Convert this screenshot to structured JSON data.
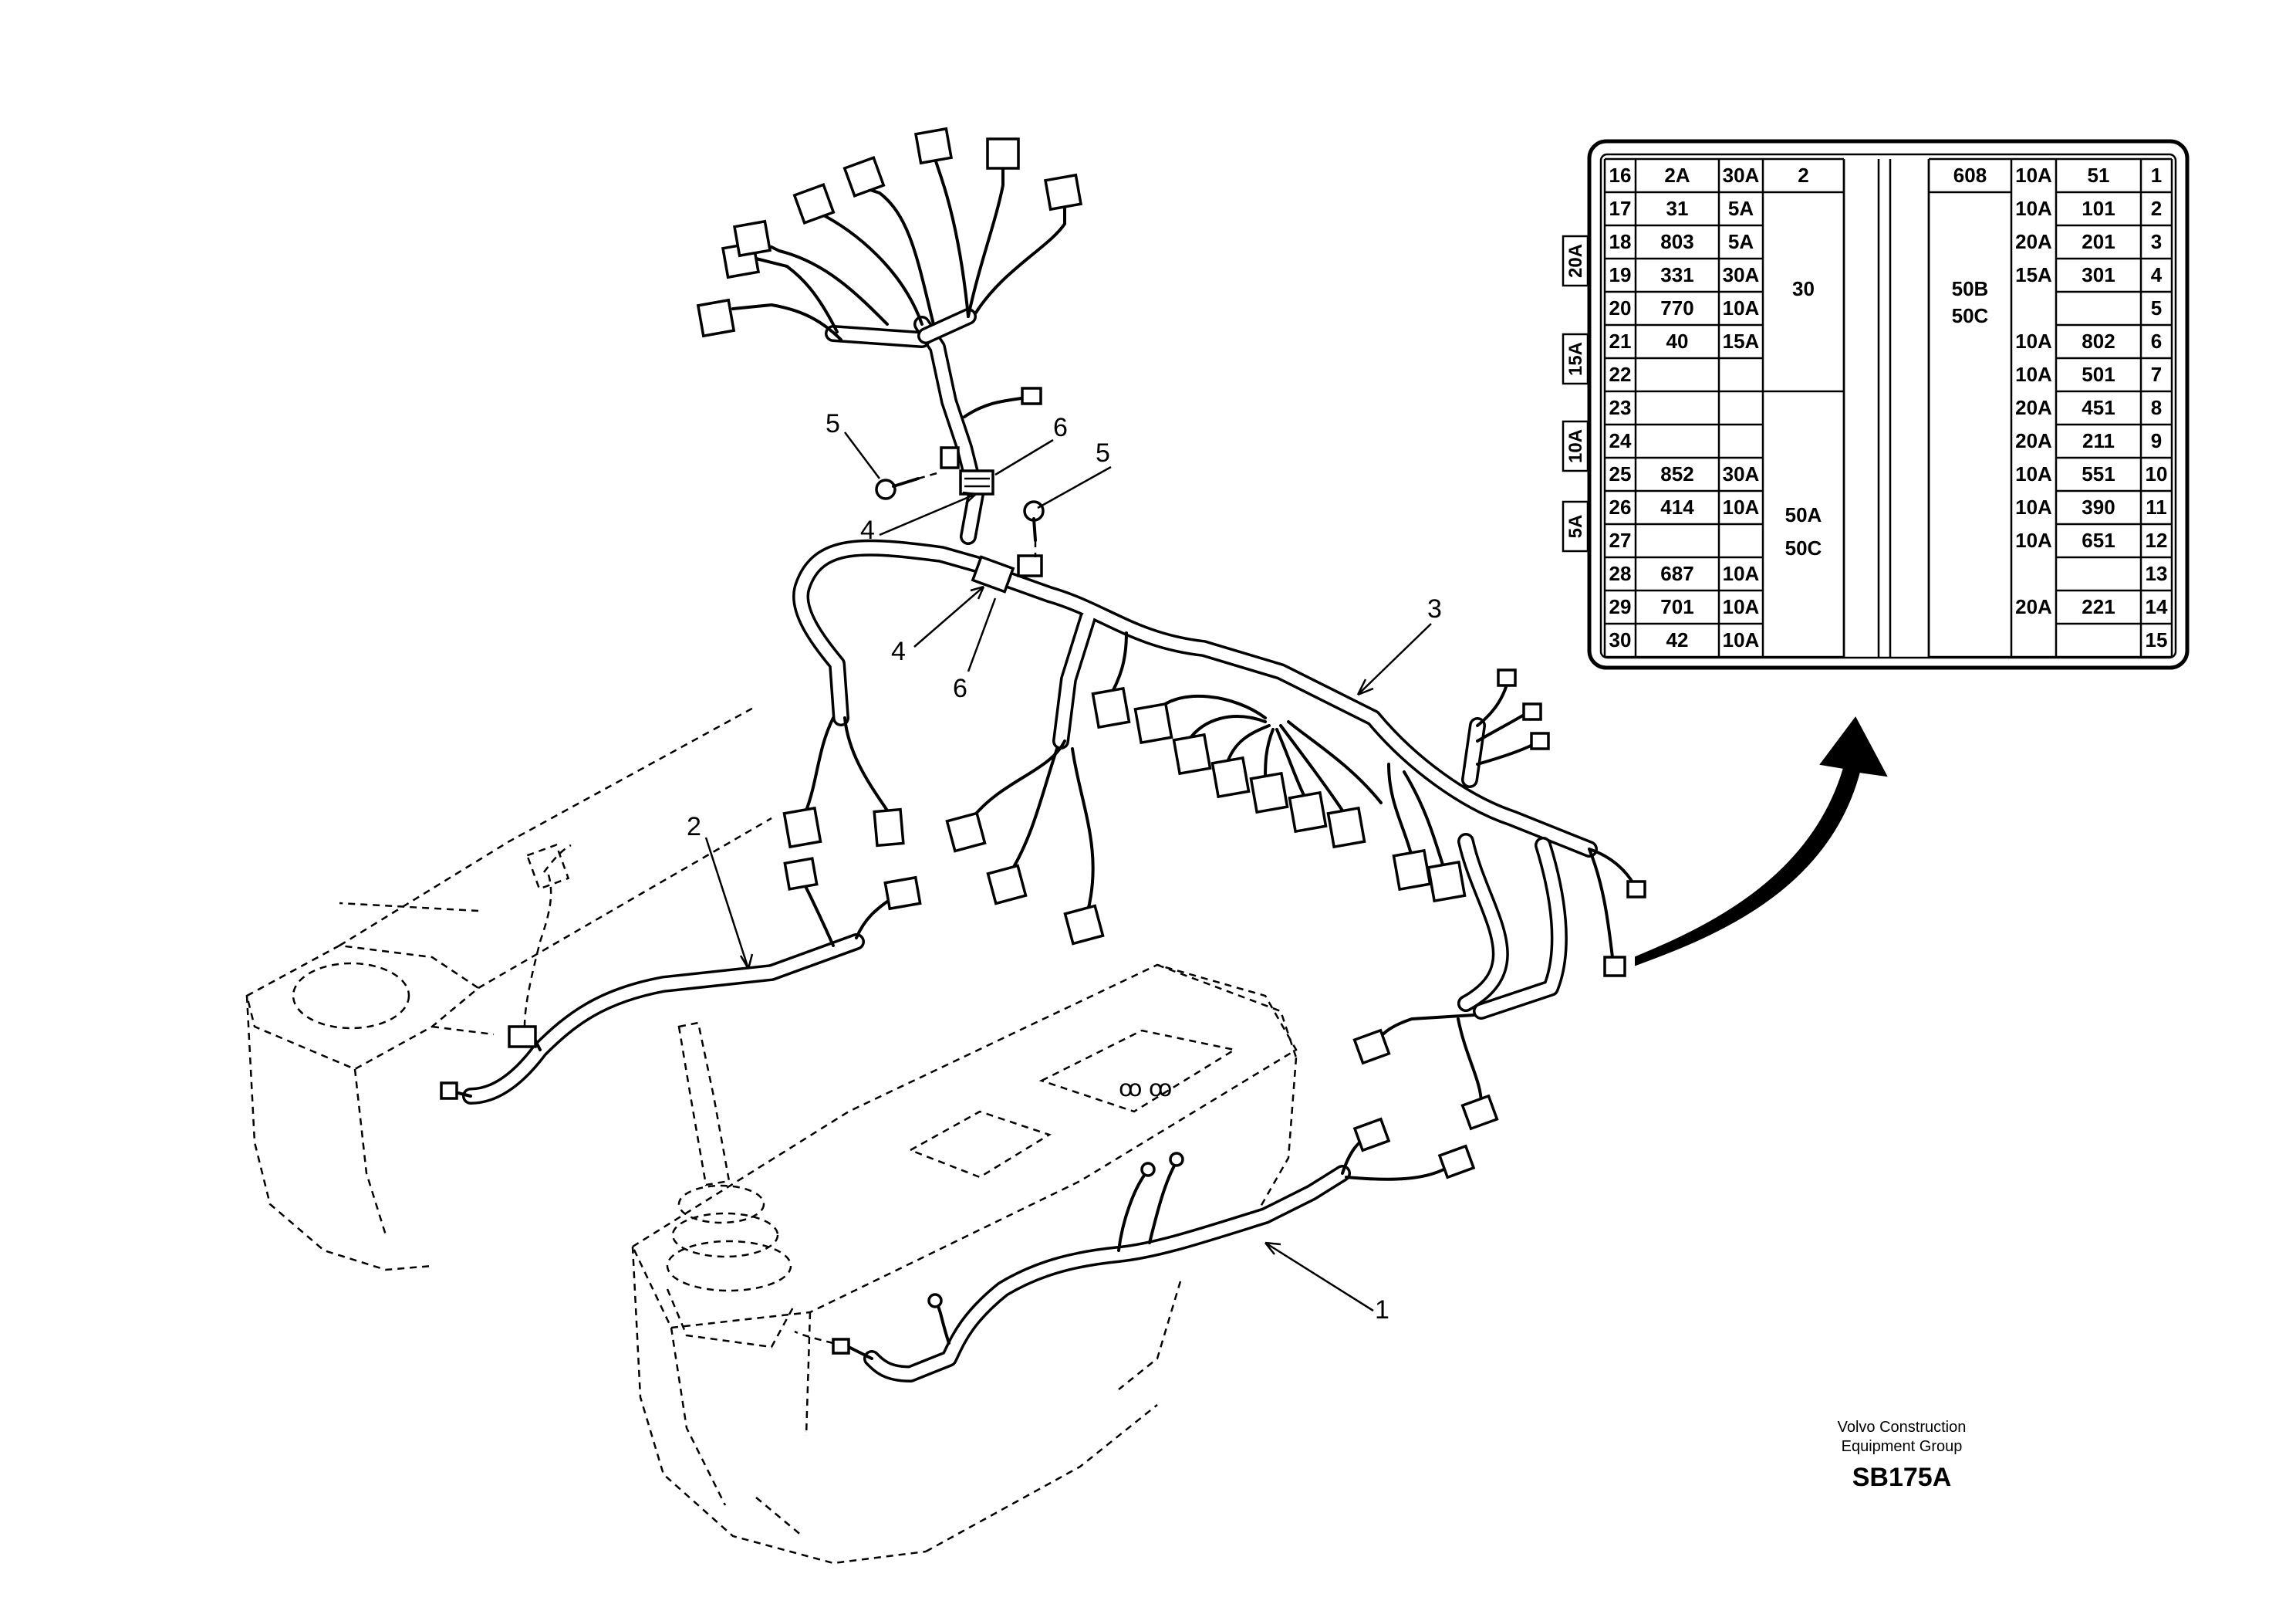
{
  "footer": {
    "company_line1": "Volvo Construction",
    "company_line2": "Equipment Group",
    "code": "SB175A"
  },
  "callouts": [
    "1",
    "2",
    "3",
    "4",
    "4",
    "5",
    "5",
    "6",
    "6"
  ],
  "fuse_box": {
    "side_labels": [
      "20A",
      "15A",
      "10A",
      "5A"
    ],
    "left_rows": [
      {
        "pos": "16",
        "circuit": "2A",
        "amp": "30A"
      },
      {
        "pos": "17",
        "circuit": "31",
        "amp": "5A"
      },
      {
        "pos": "18",
        "circuit": "803",
        "amp": "5A"
      },
      {
        "pos": "19",
        "circuit": "331",
        "amp": "30A"
      },
      {
        "pos": "20",
        "circuit": "770",
        "amp": "10A"
      },
      {
        "pos": "21",
        "circuit": "40",
        "amp": "15A"
      },
      {
        "pos": "22",
        "circuit": "",
        "amp": ""
      },
      {
        "pos": "23",
        "circuit": "",
        "amp": ""
      },
      {
        "pos": "24",
        "circuit": "",
        "amp": ""
      },
      {
        "pos": "25",
        "circuit": "852",
        "amp": "30A"
      },
      {
        "pos": "26",
        "circuit": "414",
        "amp": "10A"
      },
      {
        "pos": "27",
        "circuit": "",
        "amp": ""
      },
      {
        "pos": "28",
        "circuit": "687",
        "amp": "10A"
      },
      {
        "pos": "29",
        "circuit": "701",
        "amp": "10A"
      },
      {
        "pos": "30",
        "circuit": "42",
        "amp": "10A"
      }
    ],
    "left_groups": [
      "2",
      "30",
      "50A",
      "50C"
    ],
    "right_groups": [
      "608",
      "50B",
      "50C"
    ],
    "right_rows": [
      {
        "pos": "1",
        "circuit": "51",
        "amp": "10A"
      },
      {
        "pos": "2",
        "circuit": "101",
        "amp": "10A"
      },
      {
        "pos": "3",
        "circuit": "201",
        "amp": "20A"
      },
      {
        "pos": "4",
        "circuit": "301",
        "amp": "15A"
      },
      {
        "pos": "5",
        "circuit": "",
        "amp": ""
      },
      {
        "pos": "6",
        "circuit": "802",
        "amp": "10A"
      },
      {
        "pos": "7",
        "circuit": "501",
        "amp": "10A"
      },
      {
        "pos": "8",
        "circuit": "451",
        "amp": "20A"
      },
      {
        "pos": "9",
        "circuit": "211",
        "amp": "20A"
      },
      {
        "pos": "10",
        "circuit": "551",
        "amp": "10A"
      },
      {
        "pos": "11",
        "circuit": "390",
        "amp": "10A"
      },
      {
        "pos": "12",
        "circuit": "651",
        "amp": "10A"
      },
      {
        "pos": "13",
        "circuit": "",
        "amp": ""
      },
      {
        "pos": "14",
        "circuit": "221",
        "amp": "20A"
      },
      {
        "pos": "15",
        "circuit": "",
        "amp": ""
      }
    ]
  }
}
